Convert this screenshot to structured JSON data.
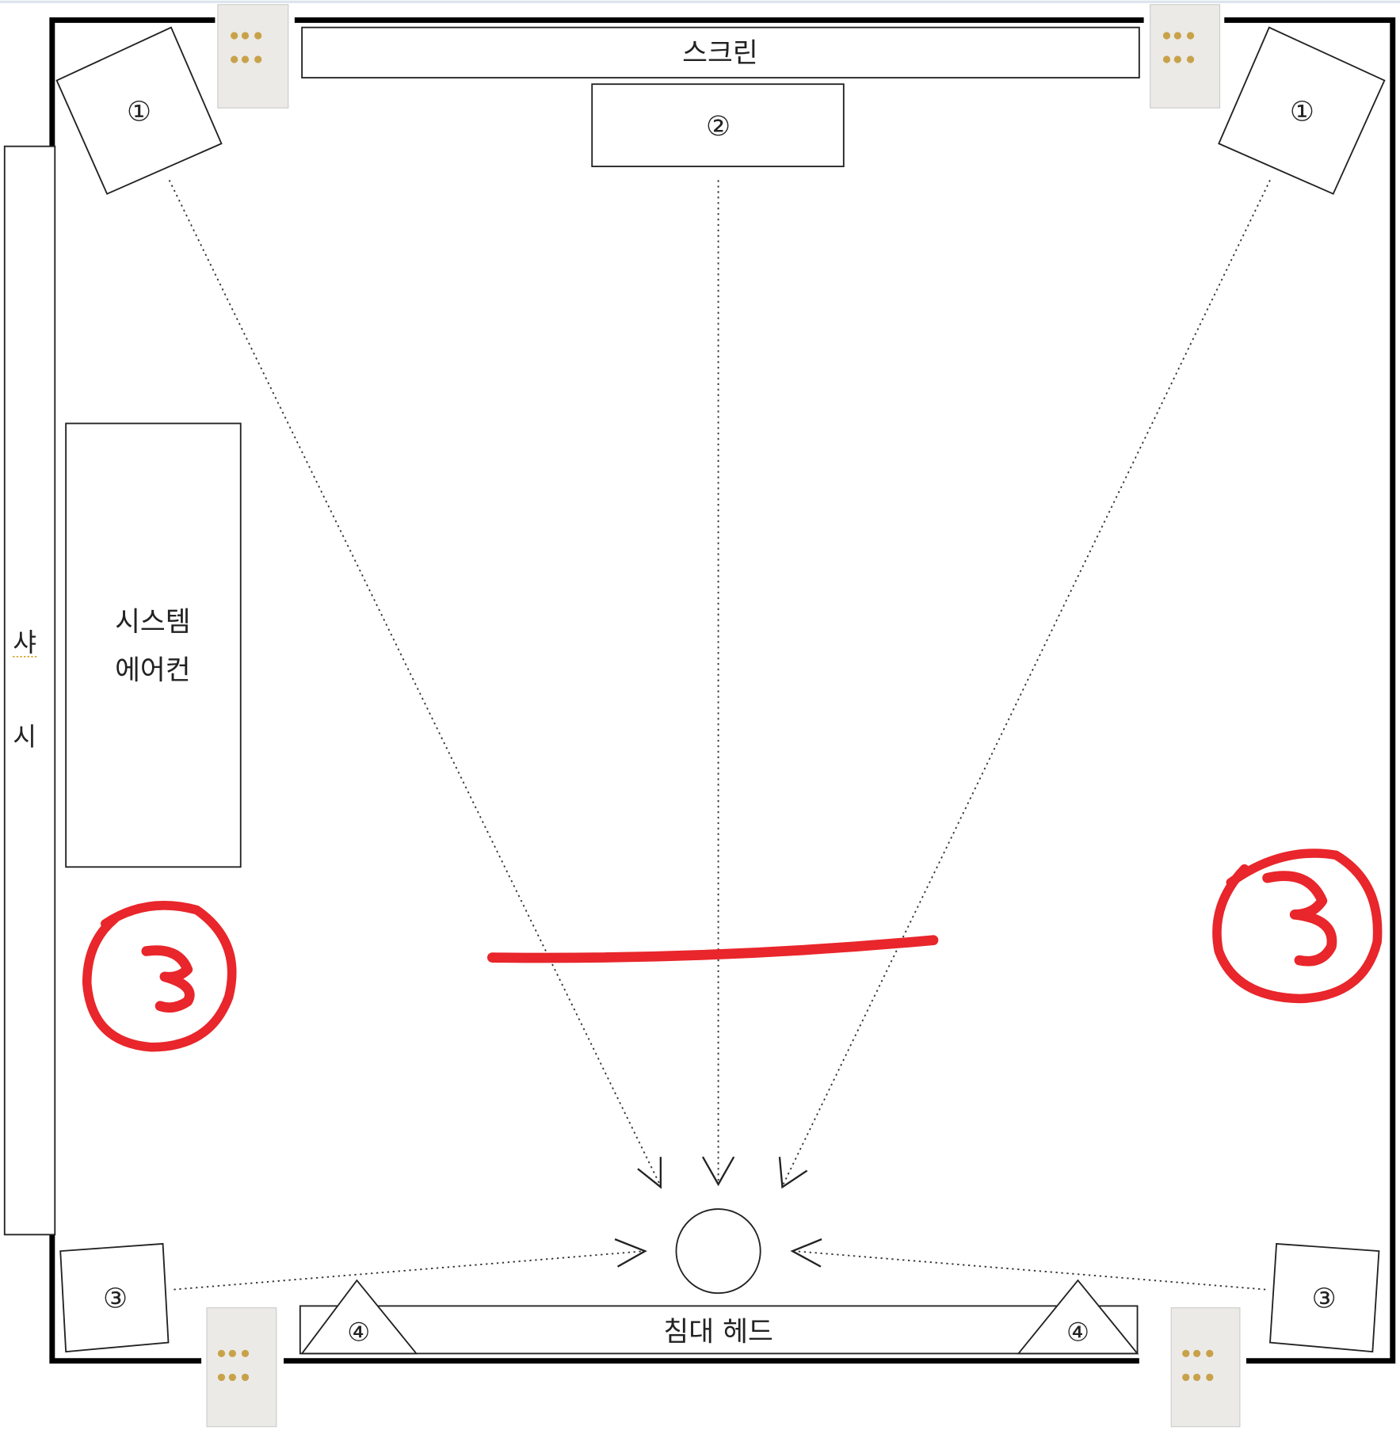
{
  "labels": {
    "screen": "스크린",
    "center": "②",
    "front_left": "①",
    "front_right": "①",
    "rear_left": "③",
    "rear_right": "③",
    "bed_head": "침대 헤드",
    "bed_left": "④",
    "bed_right": "④",
    "ac_line1": "시스템",
    "ac_line2": "에어컨",
    "window_char1": "샤",
    "window_char2": "시"
  },
  "annotations": {
    "handwritten_left": "3",
    "handwritten_right": "3",
    "color": "#e8262b"
  }
}
